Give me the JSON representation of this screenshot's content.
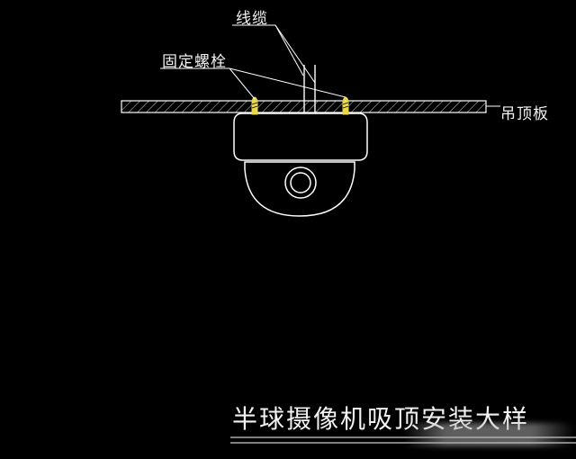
{
  "diagram": {
    "labels": {
      "cable": "线缆",
      "fixing_bolt": "固定螺栓",
      "ceiling_board": "吊顶板"
    },
    "title": "半球摄像机吸顶安装大样"
  },
  "colors": {
    "background": "#000000",
    "linework": "#ffffff",
    "bolt": "#e8d84a",
    "text": "#f2f2f2"
  }
}
